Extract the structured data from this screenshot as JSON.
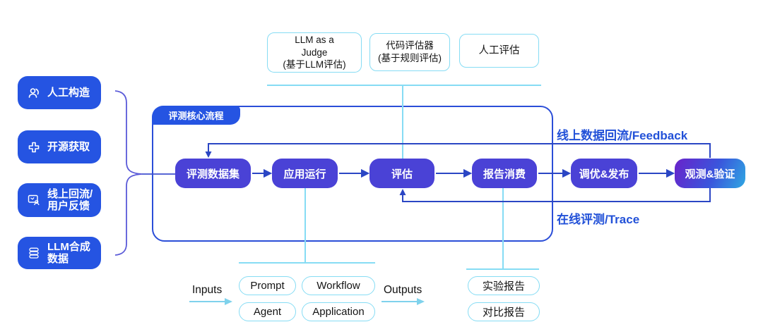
{
  "sources": {
    "items": [
      {
        "label": "人工构造",
        "icon": "person-icon"
      },
      {
        "label": "开源获取",
        "icon": "plus-icon"
      },
      {
        "label": "线上回流/\n用户反馈",
        "icon": "monitor-user-icon"
      },
      {
        "label": "LLM合成\n数据",
        "icon": "database-icon"
      }
    ]
  },
  "evaluators": {
    "items": [
      {
        "label": "LLM as a\nJudge\n(基于LLM评估)"
      },
      {
        "label": "代码评估器\n(基于规则评估)"
      },
      {
        "label": "人工评估"
      }
    ]
  },
  "pipeline": {
    "tab_label": "评测核心流程",
    "steps": [
      "评测数据集",
      "应用运行",
      "评估",
      "报告消费",
      "调优&发布",
      "观测&验证"
    ]
  },
  "loops": {
    "feedback_label": "线上数据回流/Feedback",
    "trace_label": "在线评测/Trace"
  },
  "io": {
    "inputs_label": "Inputs",
    "outputs_label": "Outputs",
    "targets": [
      "Prompt",
      "Workflow",
      "Agent",
      "Application"
    ]
  },
  "reports": {
    "items": [
      "实验报告",
      "对比报告"
    ]
  },
  "colors": {
    "source_button": "#2554e2",
    "flow_button": "#4a42d6",
    "flow_gradient_start": "#6527cc",
    "flow_gradient_end": "#2fa8e2",
    "container_border": "#2b4ed8",
    "loop_line": "#2b46c4",
    "loop_text": "#2251d8",
    "cyan_line": "#86dcf4",
    "brace": "#5a5ad8"
  }
}
